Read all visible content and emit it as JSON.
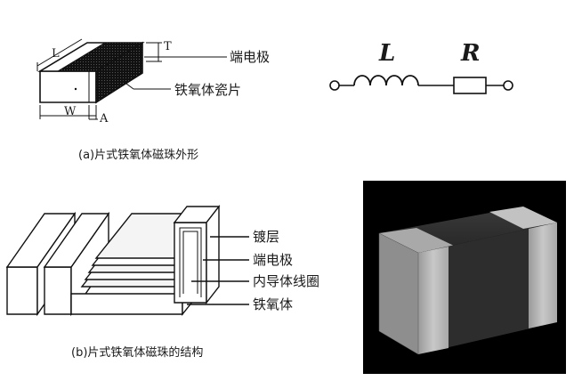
{
  "panel_a": {
    "caption": "(a)片式铁氧体磁珠外形",
    "dims": {
      "L": "L",
      "T": "T",
      "W": "W",
      "A": "A"
    },
    "labels": {
      "end_electrode": "端电极",
      "ferrite_ceramic": "铁氧体瓷片"
    }
  },
  "circuit": {
    "inductor_symbol": "L",
    "resistor_symbol": "R"
  },
  "panel_b": {
    "caption": "(b)片式铁氧体磁珠的结构",
    "labels": {
      "plating": "镀层",
      "end_electrode": "端电极",
      "inner_coil": "内导体线圈",
      "ferrite": "铁氧体"
    }
  },
  "photo": {
    "body_color": "#2b2b2b",
    "cap_color": "#b9b9b9",
    "background": "#000000"
  }
}
